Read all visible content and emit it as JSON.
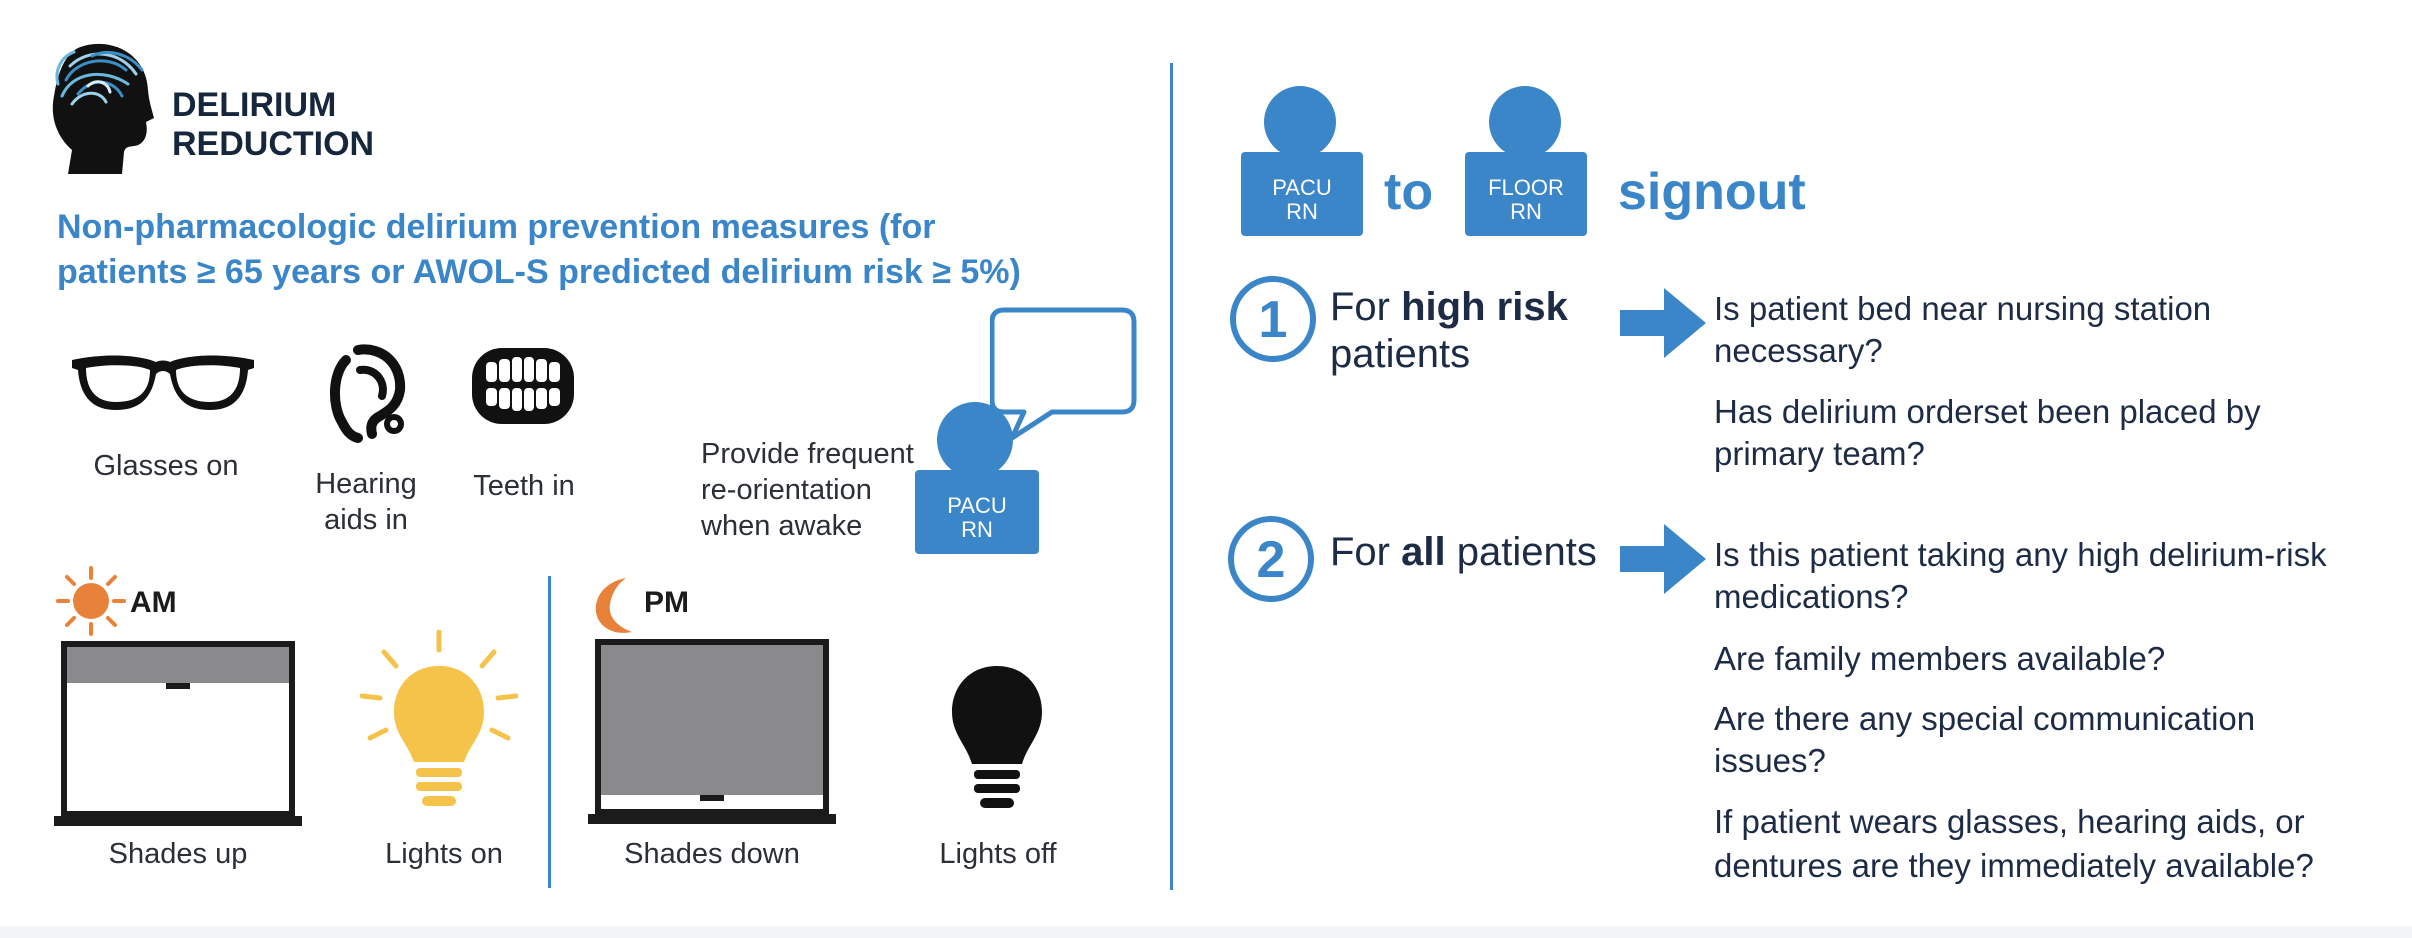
{
  "brand": {
    "line1": "DELIRIUM",
    "line2": "REDUCTION"
  },
  "subtitle": {
    "line1": "Non-pharmacologic delirium prevention  measures (for",
    "line2": "patients ≥ 65 years or AWOL-S predicted delirium risk ≥ 5%)"
  },
  "items": {
    "glasses": "Glasses on",
    "hearing_line1": "Hearing",
    "hearing_line2": "aids in",
    "teeth": "Teeth in",
    "reorient_line1": "Provide frequent",
    "reorient_line2": "re-orientation",
    "reorient_line3": "when awake",
    "pacu_line1": "PACU",
    "pacu_line2": "RN"
  },
  "am": {
    "label": "AM",
    "shades": "Shades up",
    "lights": "Lights on"
  },
  "pm": {
    "label": "PM",
    "shades": "Shades down",
    "lights": "Lights off"
  },
  "signout": {
    "from_line1": "PACU",
    "from_line2": "RN",
    "connector": "to",
    "to_line1": "FLOOR",
    "to_line2": "RN",
    "title": "signout"
  },
  "step1": {
    "number": "1",
    "prefix": "For ",
    "emphasis": "high risk",
    "line2": "patients",
    "questions": [
      {
        "line1": "Is patient bed near nursing station",
        "line2": "necessary?"
      },
      {
        "line1": "Has delirium orderset been placed by",
        "line2": "primary team?"
      }
    ]
  },
  "step2": {
    "number": "2",
    "prefix": "For ",
    "emphasis": "all",
    "suffix": " patients",
    "questions": [
      {
        "line1": "Is this patient taking any high delirium-risk",
        "line2": "medications?"
      },
      {
        "line1": "Are family members available?",
        "line2": ""
      },
      {
        "line1": "Are there any special communication",
        "line2": "issues?"
      },
      {
        "line1": "If patient wears glasses, hearing aids, or",
        "line2": "dentures are they immediately available?"
      }
    ]
  },
  "colors": {
    "accent_blue": "#3a86c8",
    "navy": "#16273d",
    "sun_orange": "#e8823a",
    "bulb_yellow": "#f5c34a"
  }
}
